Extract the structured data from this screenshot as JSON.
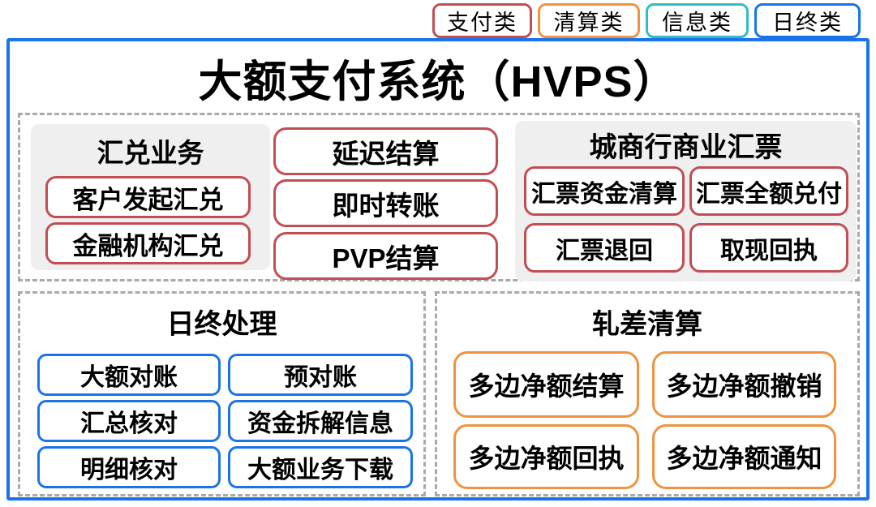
{
  "colors": {
    "payment_red": "#c24d52",
    "clearing_orange": "#f0923e",
    "info_cyan": "#2ebdc8",
    "eod_blue": "#1a73e8",
    "panel_gray": "#efeff0",
    "dash_gray": "#a9a9a9"
  },
  "legend": {
    "items": [
      {
        "label": "支付类",
        "color": "#c24d52"
      },
      {
        "label": "清算类",
        "color": "#f0923e"
      },
      {
        "label": "信息类",
        "color": "#2ebdc8"
      },
      {
        "label": "日终类",
        "color": "#1a73e8"
      }
    ]
  },
  "title": "大额支付系统（HVPS）",
  "sections": {
    "exchange": {
      "title": "汇兑业务",
      "items": [
        "客户发起汇兑",
        "金融机构汇兑"
      ]
    },
    "settlement_stack": {
      "items": [
        "延迟结算",
        "即时转账",
        "PVP结算"
      ]
    },
    "bills": {
      "title": "城商行商业汇票",
      "items": [
        "汇票资金清算",
        "汇票全额兑付",
        "汇票退回",
        "取现回执"
      ]
    },
    "eod": {
      "title": "日终处理",
      "items": [
        "大额对账",
        "预对账",
        "汇总核对",
        "资金拆解信息",
        "明细核对",
        "大额业务下载"
      ]
    },
    "netting": {
      "title": "轧差清算",
      "items": [
        "多边净额结算",
        "多边净额撤销",
        "多边净额回执",
        "多边净额通知"
      ]
    }
  }
}
